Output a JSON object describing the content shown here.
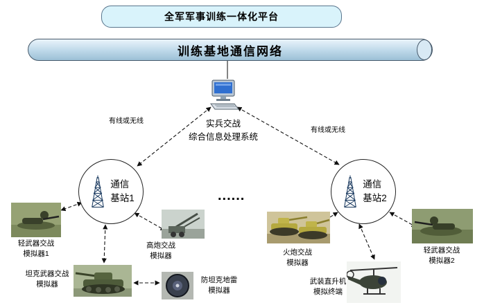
{
  "platform": {
    "label": "全军军事训练一体化平台"
  },
  "network": {
    "label": "训练基地通信网络"
  },
  "processing_system": {
    "label": "实兵交战\n综合信息处理系统"
  },
  "link_labels": {
    "left": "有线或无线",
    "right": "有线或无线"
  },
  "stations": {
    "station1": {
      "label": "通信\n基站1"
    },
    "station2": {
      "label": "通信\n基站2"
    }
  },
  "ellipsis": "......",
  "simulators": {
    "light_weapon_1": {
      "label": "轻武器交战\n模拟器1"
    },
    "aa_gun": {
      "label": "高炮交战\n模拟器"
    },
    "tank_weapon": {
      "label": "坦克武器交战\n模拟器"
    },
    "antitank_mine": {
      "label": "防坦克地雷\n模拟器"
    },
    "artillery": {
      "label": "火炮交战\n模拟器"
    },
    "light_weapon_2": {
      "label": "轻武器交战\n模拟器2"
    },
    "helicopter": {
      "label": "武装直升机\n模拟终端"
    }
  },
  "colors": {
    "platform_fill": "#d9f3fb",
    "pipe_fill": "#bdd8e9",
    "line": "#111111"
  }
}
